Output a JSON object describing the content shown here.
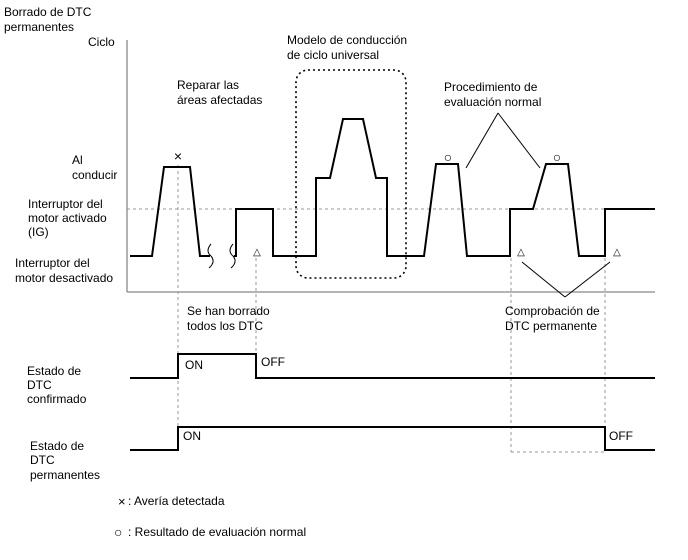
{
  "title": [
    "Borrado de DTC",
    "permanentes"
  ],
  "y_axis": {
    "top": "Ciclo",
    "driving": [
      "Al",
      "conducir"
    ],
    "ig_on": [
      "Interruptor del",
      "motor activado",
      "(IG)"
    ],
    "ig_off": [
      "Interruptor del",
      "motor desactivado"
    ]
  },
  "annotations": {
    "repair": [
      "Reparar las",
      "áreas afectadas"
    ],
    "universal_cycle": [
      "Modelo de conducción",
      "de ciclo universal"
    ],
    "normal_procedure": [
      "Procedimiento de",
      "evaluación normal"
    ],
    "all_cleared": [
      "Se han borrado",
      "todos los DTC"
    ],
    "permanent_check": [
      "Comprobación de",
      "DTC permanente"
    ]
  },
  "signals": {
    "confirmed_label": [
      "Estado de",
      "DTC",
      "confirmado"
    ],
    "permanent_label": [
      "Estado de",
      "DTC",
      "permanentes"
    ],
    "confirmed_on": "ON",
    "confirmed_off": "OFF",
    "permanent_on": "ON",
    "permanent_off": "OFF"
  },
  "markers": {
    "fault": "×",
    "normal": "○",
    "check": "△"
  },
  "legend": {
    "fault_symbol": "×",
    "fault_text": ": Avería detectada",
    "normal_symbol": "○",
    "normal_text": ": Resultado de evaluación normal"
  }
}
